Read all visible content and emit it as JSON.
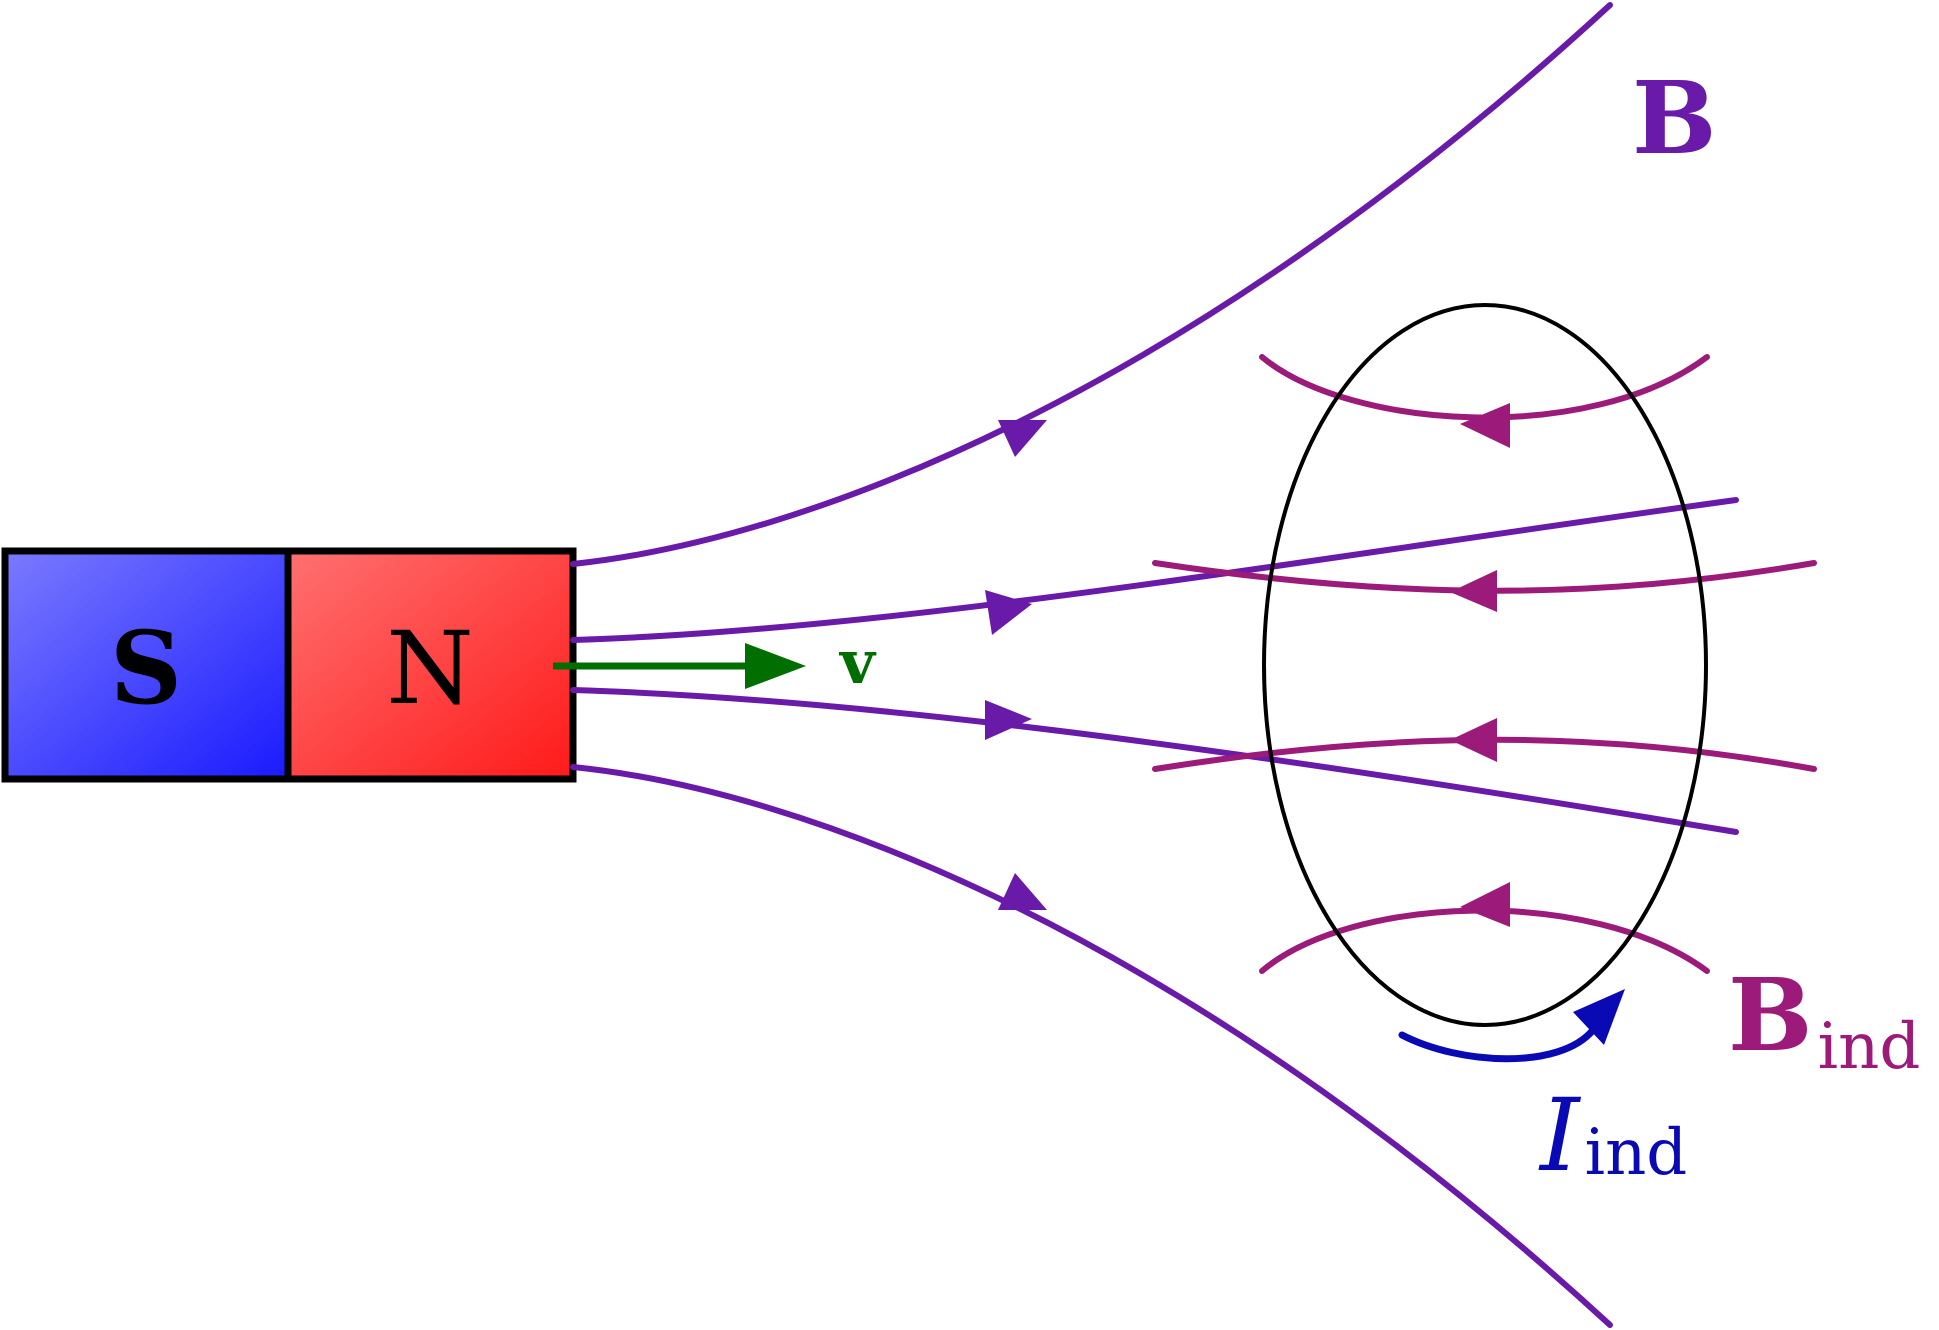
{
  "labels": {
    "south_pole": "S",
    "north_pole": "N",
    "velocity": "v",
    "magnetic_field": "B",
    "induced_field_main": "B",
    "induced_field_sub": "ind",
    "induced_current_main": "I",
    "induced_current_sub": "ind"
  },
  "colors": {
    "south_pole": "#1a1aff",
    "north_pole": "#ff1a1a",
    "magnet_field": "#6a1aa8",
    "induced_field": "#9b1a7a",
    "induced_current": "#0a0ab4",
    "velocity": "#006e00",
    "loop": "#000000"
  }
}
